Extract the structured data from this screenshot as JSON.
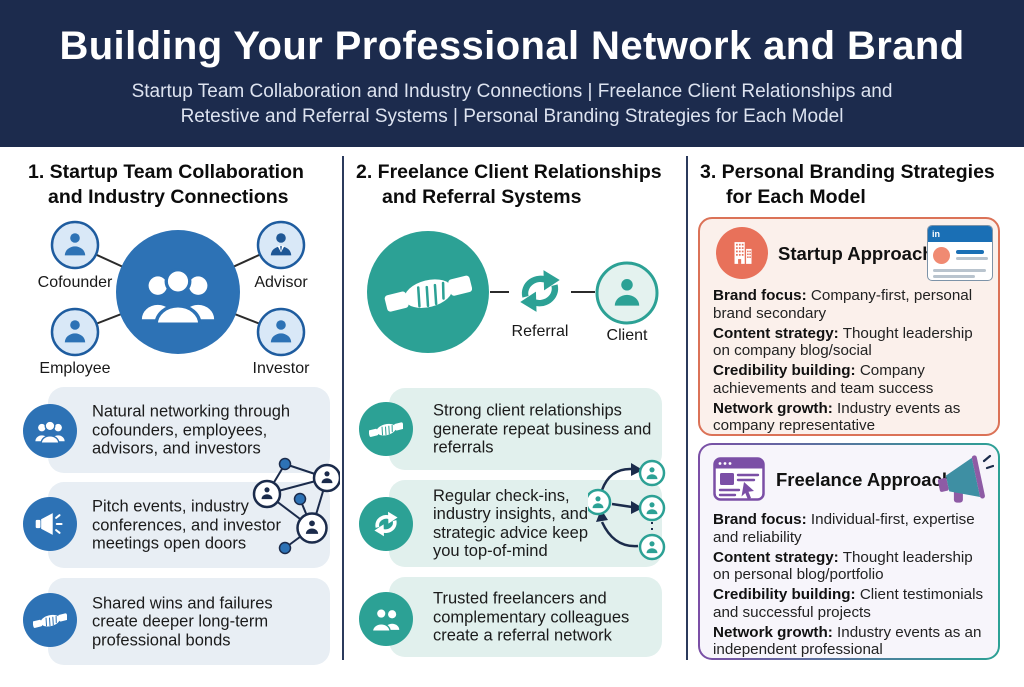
{
  "header": {
    "title": "Building Your Professional Network and Brand",
    "subtitle_line1": "Startup Team Collaboration and Industry Connections | Freelance Client Relationships and",
    "subtitle_line2": "Retestive and Referral Systems | Personal Branding Strategies for Each Model"
  },
  "col1": {
    "heading_line1": "1. Startup Team Collaboration",
    "heading_line2": "and Industry Connections",
    "diagram": {
      "center_icon": "team-group-icon",
      "node_labels": {
        "top_left": "Cofounder",
        "top_right": "Advisor",
        "bottom_left": "Employee",
        "bottom_right": "Investor"
      }
    },
    "bullets": [
      {
        "icon": "team-group-icon",
        "text": "Natural networking through cofounders, employees, advisors, and investors"
      },
      {
        "icon": "megaphone-icon",
        "text": "Pitch events, industry conferences, and investor meetings open doors"
      },
      {
        "icon": "handshake-icon",
        "text": "Shared wins and failures create deeper long-term professional bonds"
      }
    ]
  },
  "col2": {
    "heading_line1": "2. Freelance Client Relationships",
    "heading_line2": "and Referral Systems",
    "diagram": {
      "left_icon": "handshake-icon",
      "cycle_icon": "cycle-arrows-icon",
      "cycle_label": "Referral",
      "person_label": "Client"
    },
    "bullets": [
      {
        "icon": "handshake-icon",
        "text": "Strong client relationships generate repeat business and referrals"
      },
      {
        "icon": "cycle-arrows-icon",
        "text": "Regular check-ins, industry insights, and strategic advice keep you top-of-mind"
      },
      {
        "icon": "people-pair-icon",
        "text": "Trusted freelancers and complementary colleagues create a referral network"
      }
    ]
  },
  "col3": {
    "heading_line1": "3. Personal Branding Strategies",
    "heading_line2": "for Each Model",
    "cards": [
      {
        "title": "Startup Approach",
        "icon": "office-building-icon",
        "linkedin_label": "in",
        "items": [
          {
            "label": "Brand focus:",
            "text": "Company-first, personal brand secondary"
          },
          {
            "label": "Content strategy:",
            "text": "Thought leadership on company blog/social"
          },
          {
            "label": "Credibility building:",
            "text": "Company achievements and team success"
          },
          {
            "label": "Network growth:",
            "text": "Industry events as company representative"
          }
        ]
      },
      {
        "title": "Freelance Approach",
        "icon": "website-portfolio-icon",
        "accent_icon": "megaphone-icon",
        "items": [
          {
            "label": "Brand focus:",
            "text": "Individual-first, expertise and reliability"
          },
          {
            "label": "Content strategy:",
            "text": "Thought leadership on personal blog/portfolio"
          },
          {
            "label": "Credibility building:",
            "text": "Client testimonials and successful projects"
          },
          {
            "label": "Network growth:",
            "text": "Industry events as an independent professional"
          }
        ]
      }
    ]
  },
  "colors": {
    "header_bg": "#1C2B4D",
    "startup_blue": "#2D72B5",
    "freelance_teal": "#2CA195",
    "branding_coral": "#E8715A",
    "branding_purple": "#7B4FA6",
    "ink_navy": "#1B2B4B",
    "linkedin_blue": "#1A6FB5"
  }
}
